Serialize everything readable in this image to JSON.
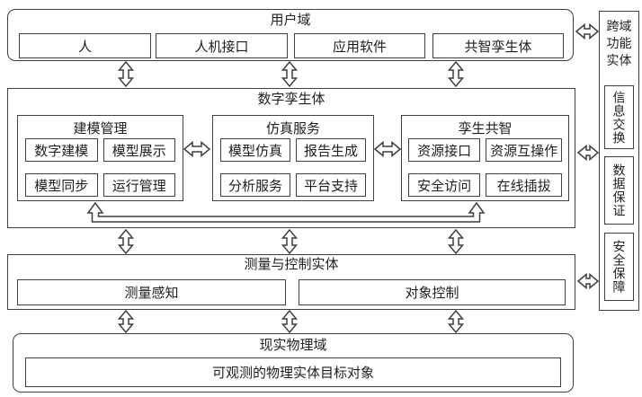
{
  "user_domain": {
    "title": "用户域",
    "items": [
      "人",
      "人机接口",
      "应用软件",
      "共智孪生体"
    ]
  },
  "digital_twin": {
    "title": "数字孪生体",
    "modules": [
      {
        "title": "建模管理",
        "items": [
          "数字建模",
          "模型展示",
          "模型同步",
          "运行管理"
        ]
      },
      {
        "title": "仿真服务",
        "items": [
          "模型仿真",
          "报告生成",
          "分析服务",
          "平台支持"
        ]
      },
      {
        "title": "孪生共智",
        "items": [
          "资源接口",
          "资源互操作",
          "安全访问",
          "在线插拔"
        ]
      }
    ]
  },
  "measurement_control": {
    "title": "测量与控制实体",
    "items": [
      "测量感知",
      "对象控制"
    ]
  },
  "physical_domain": {
    "title": "现实物理域",
    "items": [
      "可观测的物理实体目标对象"
    ]
  },
  "cross_domain": {
    "title": "跨域功能实体",
    "items": [
      "信息交换",
      "数据保证",
      "安全保障"
    ]
  },
  "colors": {
    "line": "#3f3f3f",
    "text": "#1f1f1f",
    "background": "#ffffff"
  }
}
